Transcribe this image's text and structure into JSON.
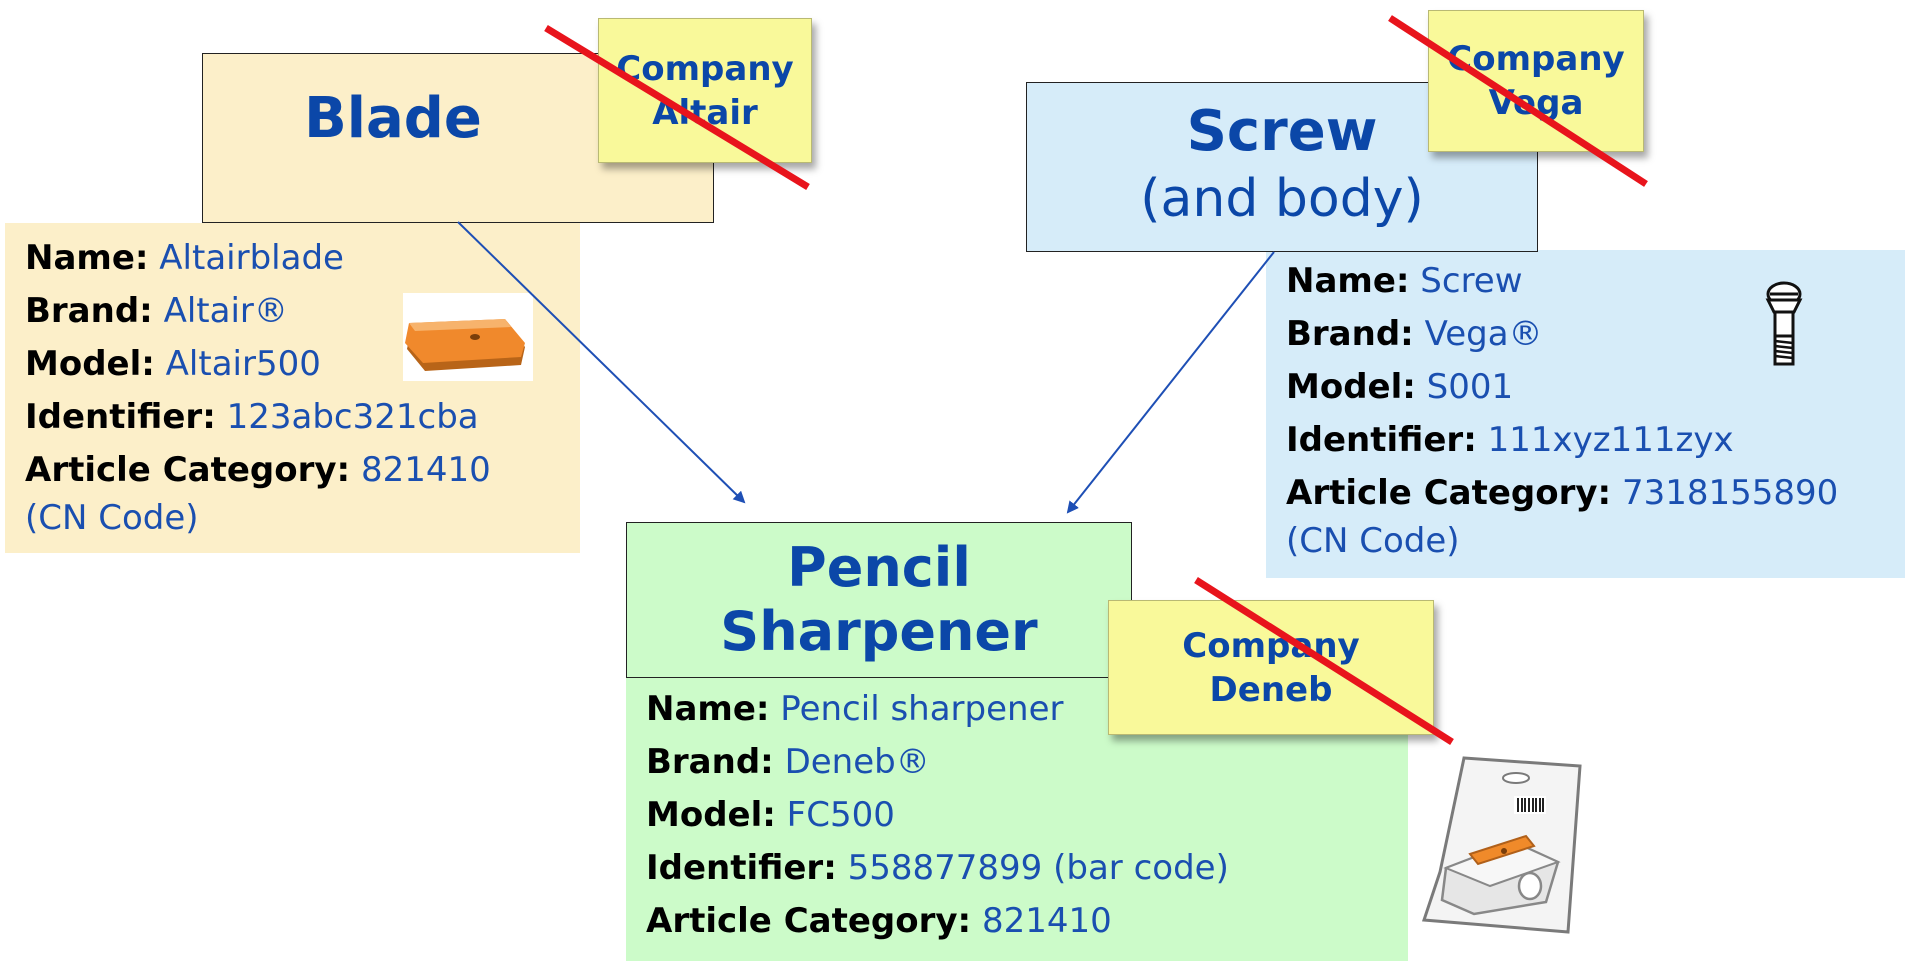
{
  "colors": {
    "blade_bg": "#fcefc9",
    "screw_bg": "#d6ecf9",
    "sharpener_bg": "#ccfbc9",
    "sticky_bg": "#f9f99a",
    "title_text": "#0b47a8",
    "value_text": "#1a4fb0",
    "arrow": "#1e4fb5",
    "strike": "#e8141c"
  },
  "blade": {
    "title": "Blade",
    "company_line1": "Company",
    "company_line2": "Altair",
    "name_key": "Name:",
    "name_val": "Altairblade",
    "brand_key": "Brand:",
    "brand_val": "Altair®",
    "model_key": "Model:",
    "model_val": "Altair500",
    "identifier_key": "Identifier:",
    "identifier_val": "123abc321cba",
    "category_key": "Article Category:",
    "category_val": "821410",
    "category_note": "(CN Code)",
    "image_icon": "orange-blade-icon"
  },
  "screw": {
    "title": "Screw",
    "subtitle": "(and body)",
    "company_line1": "Company",
    "company_line2": "Vega",
    "name_key": "Name:",
    "name_val": "Screw",
    "brand_key": "Brand:",
    "brand_val": "Vega®",
    "model_key": "Model:",
    "model_val": "S001",
    "identifier_key": "Identifier:",
    "identifier_val": "111xyz111zyx",
    "category_key": "Article Category:",
    "category_val": "7318155890",
    "category_note": "(CN Code)",
    "image_icon": "screw-icon"
  },
  "sharpener": {
    "title_line1": "Pencil",
    "title_line2": "Sharpener",
    "company_line1": "Company",
    "company_line2": "Deneb",
    "name_key": "Name:",
    "name_val": "Pencil sharpener",
    "brand_key": "Brand:",
    "brand_val": "Deneb®",
    "model_key": "Model:",
    "model_val": "FC500",
    "identifier_key": "Identifier:",
    "identifier_val": "558877899 (bar code)",
    "category_key": "Article Category:",
    "category_val": "821410",
    "image_icon": "packaged-sharpener-icon"
  }
}
